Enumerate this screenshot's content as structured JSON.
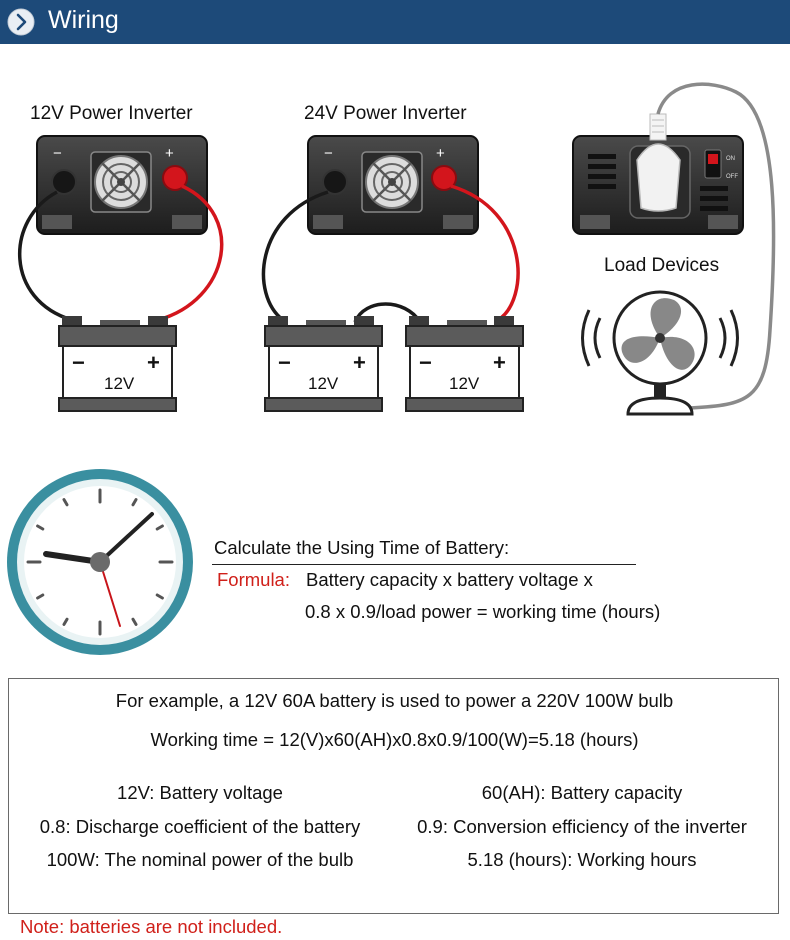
{
  "header": {
    "title": "Wiring"
  },
  "wiring": {
    "inverter_12v_label": "12V Power Inverter",
    "inverter_24v_label": "24V Power Inverter",
    "load_label": "Load Devices",
    "terminal_minus": "−",
    "terminal_plus": "+",
    "battery_voltage": "12V",
    "switch_on": "ON",
    "switch_off": "OFF"
  },
  "calc": {
    "heading": "Calculate the Using Time of Battery:",
    "formula_label": "Formula:",
    "formula_line1": "Battery capacity x battery voltage x",
    "formula_line2": "0.8 x 0.9/load power = working time (hours)"
  },
  "example": {
    "line1": "For example, a 12V 60A battery is used to power a 220V 100W bulb",
    "line2": "Working time = 12(V)x60(AH)x0.8x0.9/100(W)=5.18 (hours)",
    "left": [
      "12V: Battery voltage",
      "0.8: Discharge coefficient of the battery",
      "100W: The nominal power of the bulb"
    ],
    "right": [
      "60(AH): Battery capacity",
      "0.9: Conversion efficiency of the inverter",
      "5.18 (hours): Working hours"
    ]
  },
  "note": "Note: batteries are not included.",
  "colors": {
    "header": "#1d4a79",
    "red": "#d0201a",
    "clock_ring": "#3a8fa0"
  }
}
